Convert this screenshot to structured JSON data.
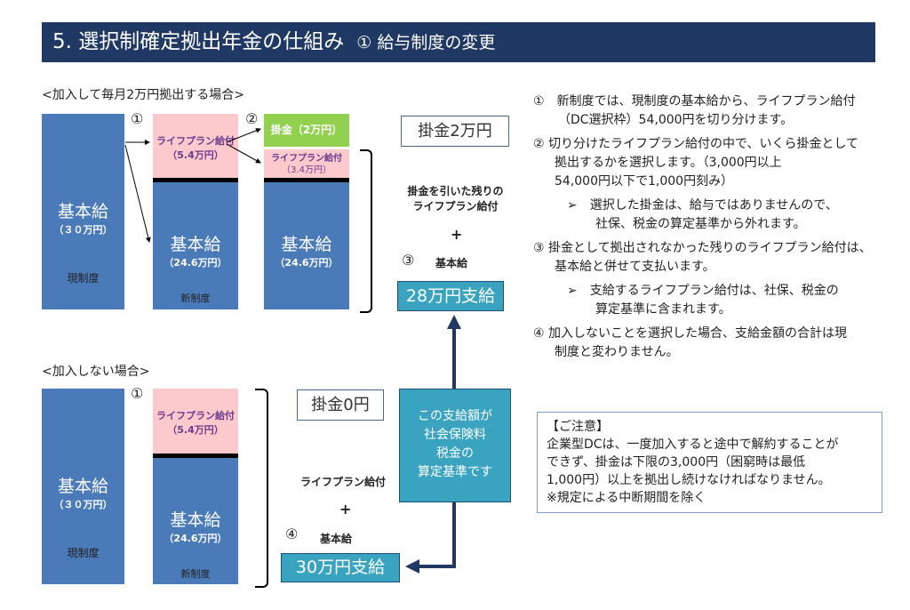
{
  "title": {
    "main": "5. 選択制確定拠出年金の仕組み",
    "sub": "① 給与制度の変更"
  },
  "scenario1": {
    "heading": "<加入して毎月2万円拠出する場合>",
    "current_label": "基本給",
    "current_amount": "（３０万円）",
    "current_caption": "現制度",
    "step1": "①",
    "step2": "②",
    "lifeplan_label": "ライフプラン給付",
    "lifeplan_amount": "（5.4万円）",
    "new_base_label": "基本給",
    "new_base_amount": "（24.6万円）",
    "new_caption": "新制度",
    "contribution": "掛金（2万円）",
    "remaining_label": "ライフプラン給付",
    "remaining_amount": "（3.4万円）",
    "base2_label": "基本給",
    "base2_amount": "（24.6万円）",
    "contribution_box": "掛金2万円",
    "explain_line1": "掛金を引いた残りの",
    "explain_line2": "ライフプラン給付",
    "plus": "+",
    "step3": "③",
    "explain_base": "基本給",
    "payment": "28万円支給"
  },
  "scenario2": {
    "heading": "<加入しない場合>",
    "current_label": "基本給",
    "current_amount": "（３０万円）",
    "current_caption": "現制度",
    "step1": "①",
    "lifeplan_label": "ライフプラン給付",
    "lifeplan_amount": "（5.4万円）",
    "new_base_label": "基本給",
    "new_base_amount": "（24.6万円）",
    "new_caption": "新制度",
    "contribution_box": "掛金0円",
    "explain_lifeplan": "ライフプラン給付",
    "plus": "+",
    "step4": "④",
    "explain_base": "基本給",
    "payment": "30万円支給"
  },
  "center_box": [
    "この支給額が",
    "社会保険料",
    "税金の",
    "算定基準です"
  ],
  "explanations": [
    "①　新制度では、現制度の基本給から、ライフプラン給付",
    "（DC選択枠）54,000円を切り分けます。",
    "② 切り分けたライフプラン給付の中で、いくら掛金として",
    "拠出するかを選択します。（3,000円以上",
    "54,000円以下で1,000円刻み）",
    "➢　選択した掛金は、給与ではありませんので、",
    "社保、税金の算定基準から外れます。",
    "③  掛金として拠出されなかった残りのライフプラン給付は、",
    "基本給と併せて支払います。",
    "➢　支給するライフプラン給付は、社保、税金の",
    "算定基準に含まれます。",
    "④ 加入しないことを選択した場合、支給金額の合計は現",
    "制度と変わりません。"
  ],
  "note": [
    "【ご注意】",
    "企業型DCは、一度加入すると途中で解約することが",
    "できず、掛金は下限の3,000円（困窮時は最低",
    "1,000円）以上を拠出し続けなければなりません。",
    "※規定による中断期間を除く"
  ]
}
